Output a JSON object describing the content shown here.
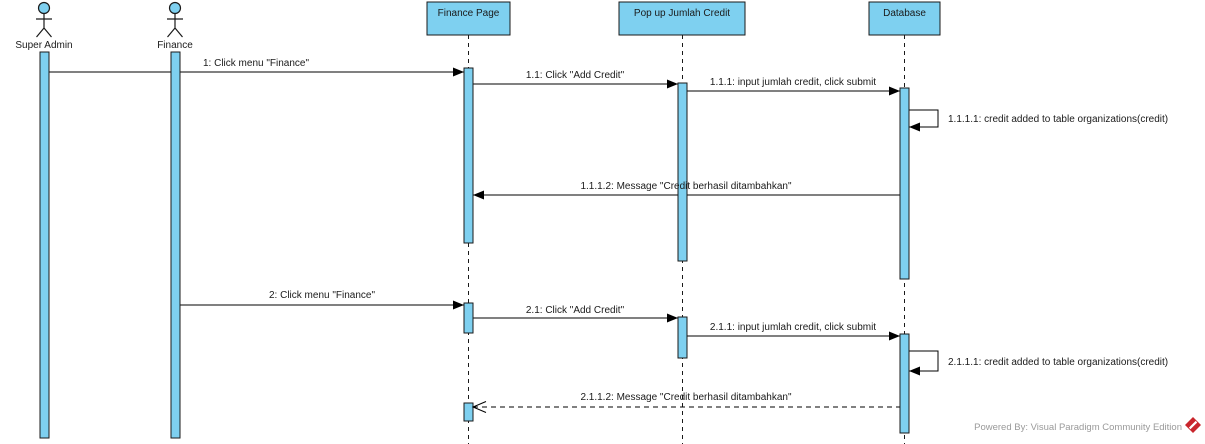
{
  "actors": [
    {
      "name": "Super Admin"
    },
    {
      "name": "Finance"
    }
  ],
  "lifelines": [
    {
      "label": "Finance Page"
    },
    {
      "label": "Pop up Jumlah Credit"
    },
    {
      "label": "Database"
    }
  ],
  "messages": [
    {
      "label": "1: Click menu \"Finance\""
    },
    {
      "label": "1.1: Click \"Add Credit\""
    },
    {
      "label": "1.1.1: input jumlah credit, click submit"
    },
    {
      "label": "1.1.1.1: credit added to table organizations(credit)"
    },
    {
      "label": "1.1.1.2: Message \"Credit berhasil ditambahkan\""
    },
    {
      "label": "2: Click menu \"Finance\""
    },
    {
      "label": "2.1: Click \"Add Credit\""
    },
    {
      "label": "2.1.1: input jumlah credit, click submit"
    },
    {
      "label": "2.1.1.1: credit added to table organizations(credit)"
    },
    {
      "label": "2.1.1.2: Message \"Credit berhasil ditambahkan\""
    }
  ],
  "footer": {
    "powered_by": "Powered By: Visual Paradigm Community Edition"
  },
  "colors": {
    "shape_fill": "#7ed0f0",
    "shape_border": "#1a1a1a",
    "logo_red": "#c9252c",
    "footer_text": "#9a9a9a"
  }
}
